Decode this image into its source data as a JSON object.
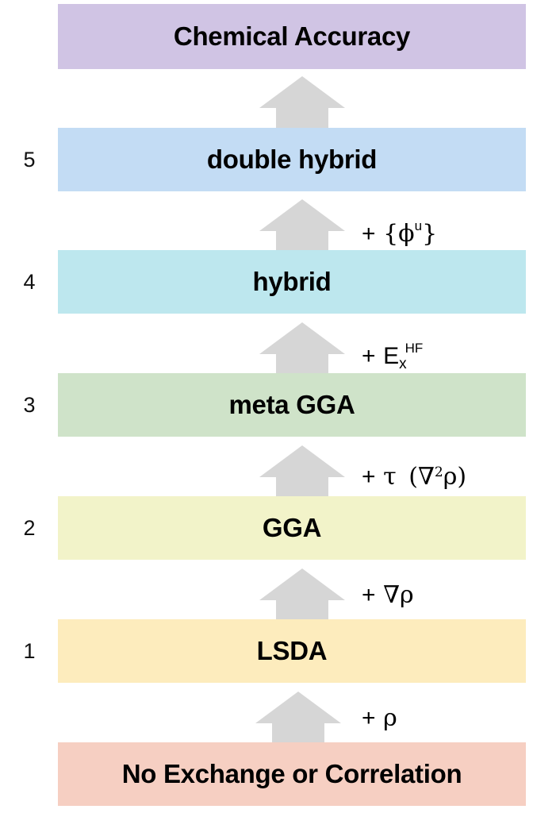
{
  "diagram": {
    "title": "Jacob's ladder of density functional approximations",
    "rungs": [
      {
        "rung": "",
        "label": "Chemical Accuracy",
        "color": "#d0c4e4"
      },
      {
        "rung": "5",
        "label": "double hybrid",
        "color": "#c3dcf4"
      },
      {
        "rung": "4",
        "label": "hybrid",
        "color": "#bde7ee"
      },
      {
        "rung": "3",
        "label": "meta GGA",
        "color": "#cfe3c9"
      },
      {
        "rung": "2",
        "label": "GGA",
        "color": "#f2f3c9"
      },
      {
        "rung": "1",
        "label": "LSDA",
        "color": "#fdecbd"
      },
      {
        "rung": "",
        "label": "No Exchange or Correlation",
        "color": "#f6cfc2"
      }
    ],
    "steps": [
      {
        "plus": "+",
        "text": "{ϕ",
        "sup": "u",
        "tail": "}"
      },
      {
        "plus": "+",
        "text": "E",
        "sub": "x",
        "sup": "HF"
      },
      {
        "plus": "+",
        "text": "τ",
        "paren_open": "(∇",
        "sup": "2",
        "paren_close": "ρ)"
      },
      {
        "plus": "+",
        "text": "∇ρ"
      },
      {
        "plus": "+",
        "text": "ρ"
      }
    ],
    "arrow_color": "#d6d6d6"
  }
}
